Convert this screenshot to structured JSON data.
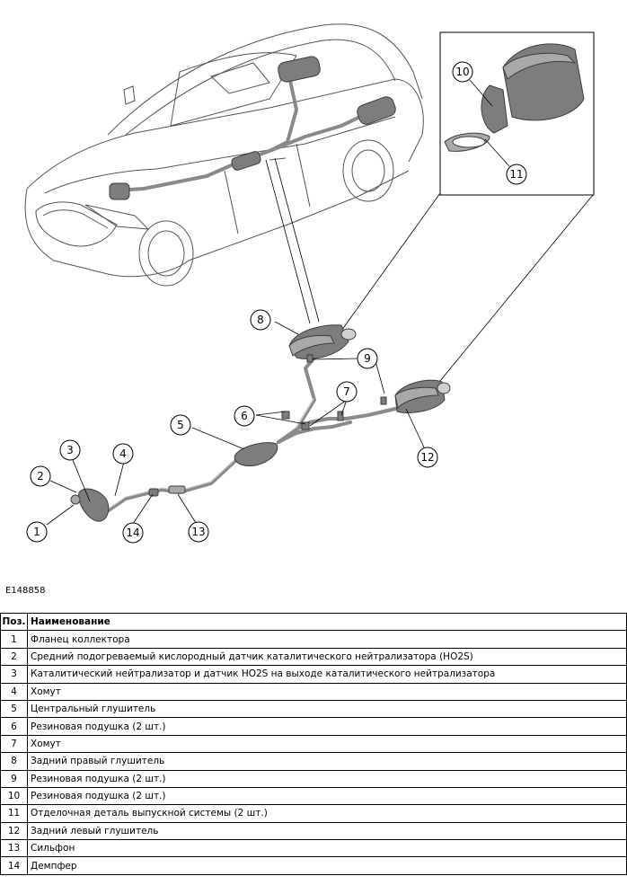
{
  "figure": {
    "id": "E148858",
    "callouts": [
      "1",
      "2",
      "3",
      "4",
      "5",
      "6",
      "7",
      "8",
      "9",
      "10",
      "11",
      "12",
      "13",
      "14"
    ]
  },
  "table": {
    "headers": {
      "pos": "Поз.",
      "name": "Наименование"
    },
    "rows": [
      {
        "pos": "1",
        "name": "Фланец коллектора"
      },
      {
        "pos": "2",
        "name": "Средний подогреваемый кислородный датчик каталитического нейтрализатора (HO2S)"
      },
      {
        "pos": "3",
        "name": "Каталитический нейтрализатор и датчик HO2S на выходе каталитического нейтрализатора"
      },
      {
        "pos": "4",
        "name": "Хомут"
      },
      {
        "pos": "5",
        "name": "Центральный глушитель"
      },
      {
        "pos": "6",
        "name": "Резиновая подушка (2 шт.)"
      },
      {
        "pos": "7",
        "name": "Хомут"
      },
      {
        "pos": "8",
        "name": "Задний правый глушитель"
      },
      {
        "pos": "9",
        "name": "Резиновая подушка (2 шт.)"
      },
      {
        "pos": "10",
        "name": "Резиновая подушка (2 шт.)"
      },
      {
        "pos": "11",
        "name": "Отделочная деталь выпускной системы (2 шт.)"
      },
      {
        "pos": "12",
        "name": "Задний левый глушитель"
      },
      {
        "pos": "13",
        "name": "Сильфон"
      },
      {
        "pos": "14",
        "name": "Демпфер"
      }
    ]
  }
}
